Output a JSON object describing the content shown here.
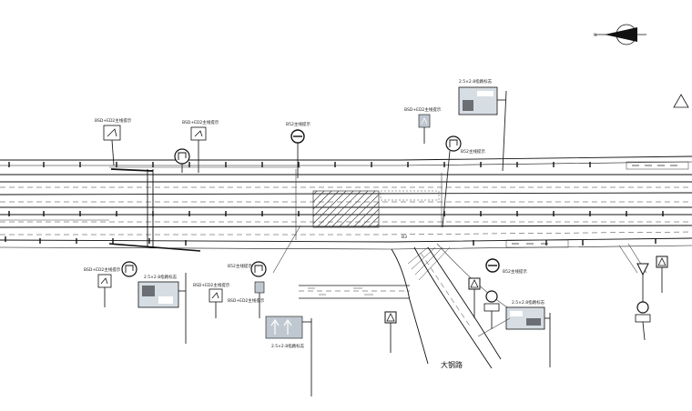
{
  "labels": {
    "road_name": "大钢路",
    "station_mark": "B3",
    "sign_tl1": "BSD+ED2主线提示",
    "sign_tl2": "BSD+ED2主线提示",
    "sign_top_mid": "B52主线提示",
    "sign_top_right": "BSD+ED2主线提示",
    "sign_top_right2": "B52主线提示",
    "sign_board_top": "2.5×2.8指路标志",
    "sign_bl1": "BSD+ED2主线提示",
    "sign_board_bl": "2.5×2.8指路标志",
    "sign_bl2": "BSD+ED2主线提示",
    "sign_bl3": "B52主线提示",
    "sign_bl4": "BSD+ED2主线提示",
    "sign_board_bottom": "2.5×2.8指路标志",
    "sign_br1": "B52主线提示",
    "sign_board_br": "2.5×2.8指路标志",
    "compass_letter": "N"
  },
  "colors": {
    "ink": "#111111",
    "sign_fill": "#bfc8d0",
    "board_dark": "#6b6f73",
    "board_light": "#d6dde3"
  }
}
